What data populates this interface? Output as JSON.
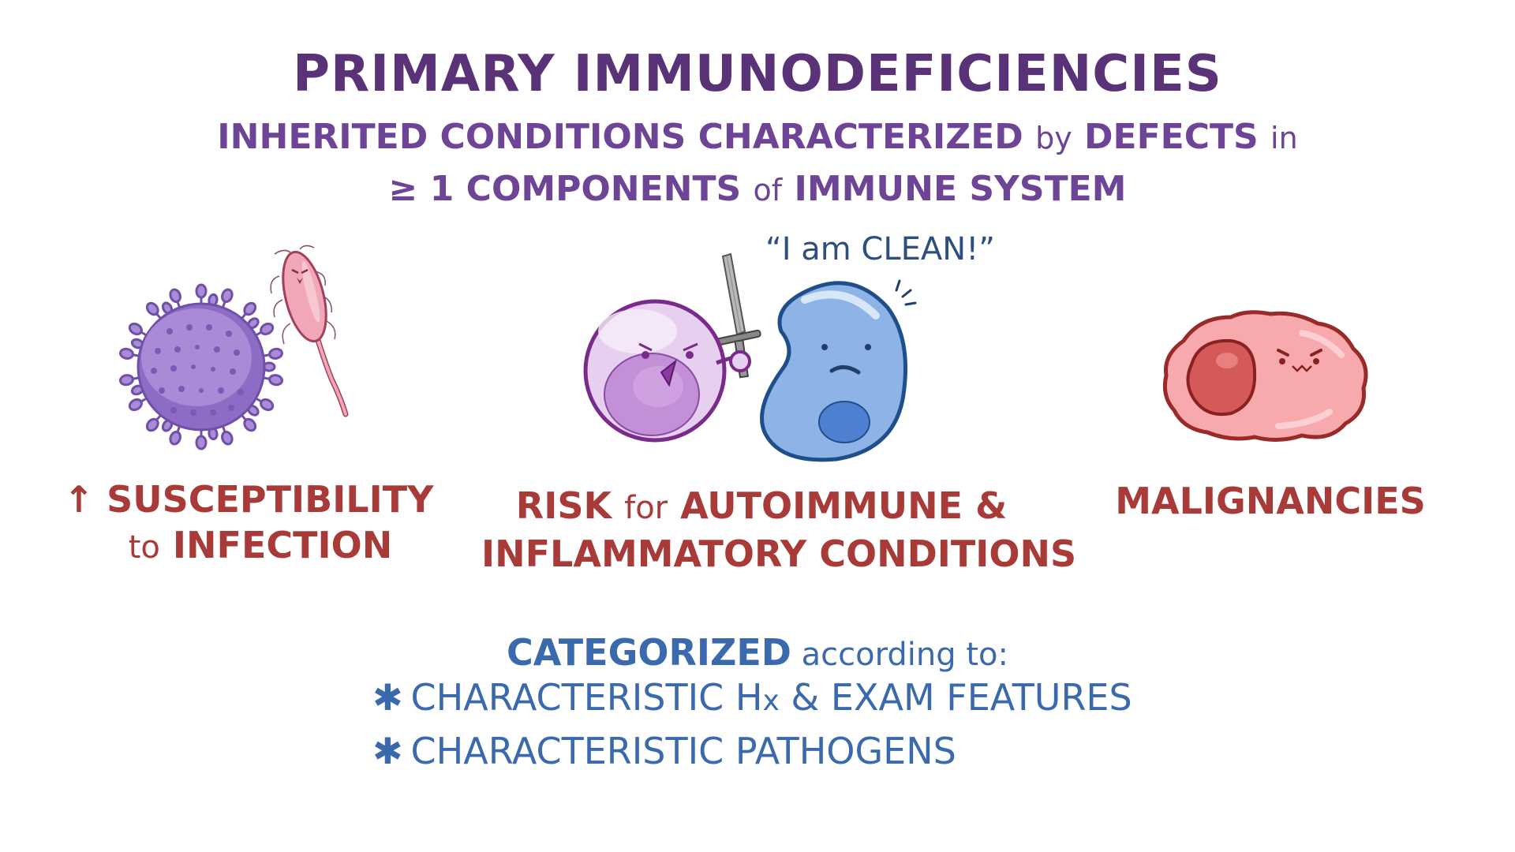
{
  "header": {
    "title": "PRIMARY IMMUNODEFICIENCIES",
    "subtitle_line1": {
      "part1": "INHERITED CONDITIONS CHARACTERIZED ",
      "part2": "by",
      "part3": " DEFECTS ",
      "part4": "in"
    },
    "subtitle_line2": {
      "part1": "≥ 1 COMPONENTS ",
      "part2": "of",
      "part3": " IMMUNE SYSTEM"
    }
  },
  "illustrations": {
    "speech_quote": "“I am CLEAN!”",
    "left": {
      "name": "virus-and-bacterium"
    },
    "middle": {
      "name": "lymphocyte-with-sword-and-self-cell"
    },
    "right": {
      "name": "malignant-cell"
    }
  },
  "consequences": [
    {
      "arrow": "↑",
      "line1": "SUSCEPTIBILITY",
      "line2_lc": "to",
      "line2": " INFECTION"
    },
    {
      "line1_a": "RISK ",
      "line1_lc": "for",
      "line1_b": " AUTOIMMUNE &",
      "line2": "INFLAMMATORY CONDITIONS"
    },
    {
      "line1": "MALIGNANCIES"
    }
  ],
  "categorization": {
    "heading_bold": "CATEGORIZED",
    "heading_rest": " according to:",
    "bullets": [
      {
        "star": "✱",
        "text_a": "CHARACTERISTIC H",
        "text_sub": "x",
        "text_b": " & EXAM FEATURES"
      },
      {
        "star": "✱",
        "text": "CHARACTERISTIC PATHOGENS"
      }
    ]
  },
  "colors": {
    "title": "#5a3278",
    "subtitle": "#6e4496",
    "consequence_red": "#a83a38",
    "category_blue": "#3a6aad",
    "quote_blue": "#2d4f80"
  }
}
